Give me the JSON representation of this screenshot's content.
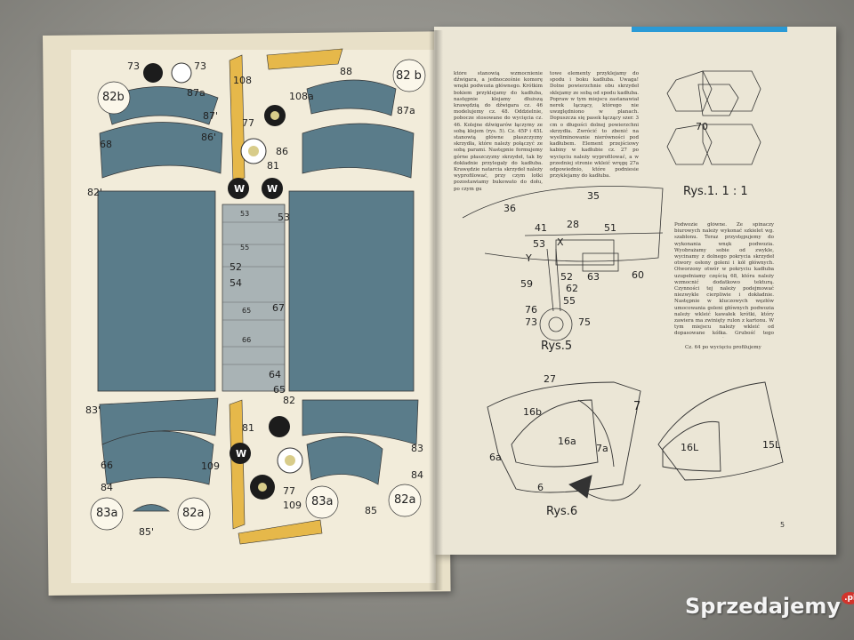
{
  "photo": {
    "description_labels": {
      "left_parts": [
        "73",
        "73",
        "82b",
        "87a",
        "87'",
        "86'",
        "68",
        "82'",
        "108",
        "88",
        "82 b",
        "108a",
        "87a",
        "77",
        "86",
        "81",
        "W",
        "W",
        "53",
        "55",
        "53",
        "52",
        "54",
        "65",
        "67",
        "66",
        "64",
        "65",
        "82",
        "83'",
        "66",
        "84",
        "83a",
        "82a",
        "85'",
        "81",
        "W",
        "77",
        "109",
        "83a",
        "85",
        "83",
        "84",
        "109",
        "82a"
      ],
      "right_labels": [
        "Rys.1. 1 : 1",
        "70",
        "36",
        "35",
        "41",
        "28",
        "51",
        "53",
        "X",
        "Y",
        "52",
        "63",
        "60",
        "59",
        "62",
        "55",
        "76",
        "73",
        "75",
        "Rys.5",
        "27",
        "7",
        "16b",
        "16a",
        "7a",
        "6a",
        "6",
        "Rys.6",
        "16L",
        "15L"
      ],
      "page_number": "5"
    },
    "text_columns": {
      "col1": "które stanowią wzmocnienie dźwigara, a jednocześnie komorę wnęki podwozia głównego. Krótkim bokiem przyklejamy do kadłuba, następnie klejamy dłuższą krawędzią do dźwigara cz. 46 modelujemy cz. 48. Oddzielnie, pobocze stosowane do wycięcia cz. 46. Kolejne dźwigarów łączymy ze sobą klejem (rys. 5). Cz. 45P i 45L stanowią główne płaszczyzny skrzydła, które należy połączyć ze sobą parami. Następnie formujemy górne płaszczyzny skrzydeł, tak by dokładnie przylegały do kadłuba. Krawędzie natarcia skrzydeł należy wyprofilować, przy czym lotki pozostawiamy bukowato do dołu, po czym gu",
      "col2": "towe elementy przyklejamy do spodu i boku kadłuba. Uwaga! Dolne powierzchnie obu skrzydeł sklejamy ze sobą od spodu kadłuba. Popraw w tym miejscu zastanawiał nerek łączący, którego nie uwzględniono w planach. Dopuszcza się pasek łączący szer. 3 cm o długości dolnej powierzchni skrzydła. Zwrócić to zbenić na wyeliminowanie nierówności pod kadłubem. Element przejściowy kabiny w kadłubie cz. 27 po wycięciu należy wyprofilować, a w przedniej stronie wkleić wręgę 27a odpowiednio, które podniesie przyklejamy do kadłuba.",
      "col3": "Podwozie główne. Ze spinaczy biurowych należy wykonać szkielet wg. szablonu. Teraz przystępujemy do wykonania wnęk podwozia. Wyobrażamy sobie od zwykle, wycinamy z dolnego pokrycia skrzydeł otwory osłony goleni i kół głównych. Otworzony otwór w pokryciu kadłuba uzupełniamy częścią 68, która należy wzmocnić dodatkowo tekturą. Czynności tej należy podejmować niezwykle cierpliwie i dokładnie. Następnie w kluczowych węzłów umocowania goleni głównych podwozia należy wkleić kawałek krótki, który zawiera ma zwinięty rulon z kartonu. W tym miejscu należy wkleić od dopasowane kółka. Grubość tego elementu do grubości skrzydła.",
      "col3_tail": "Cz. 64 po wycięciu profilujemy"
    },
    "watermark": {
      "text": "Sprzedajemy",
      "suffix": ".pl"
    }
  },
  "colors": {
    "paper_left": "#e8e0c8",
    "paper_right": "#ebe6d6",
    "blue_part": "#5a7c8a",
    "gray_part": "#a9b3b5",
    "yellow_part": "#e6b84a",
    "accent_stripe": "#2a9ad6"
  }
}
